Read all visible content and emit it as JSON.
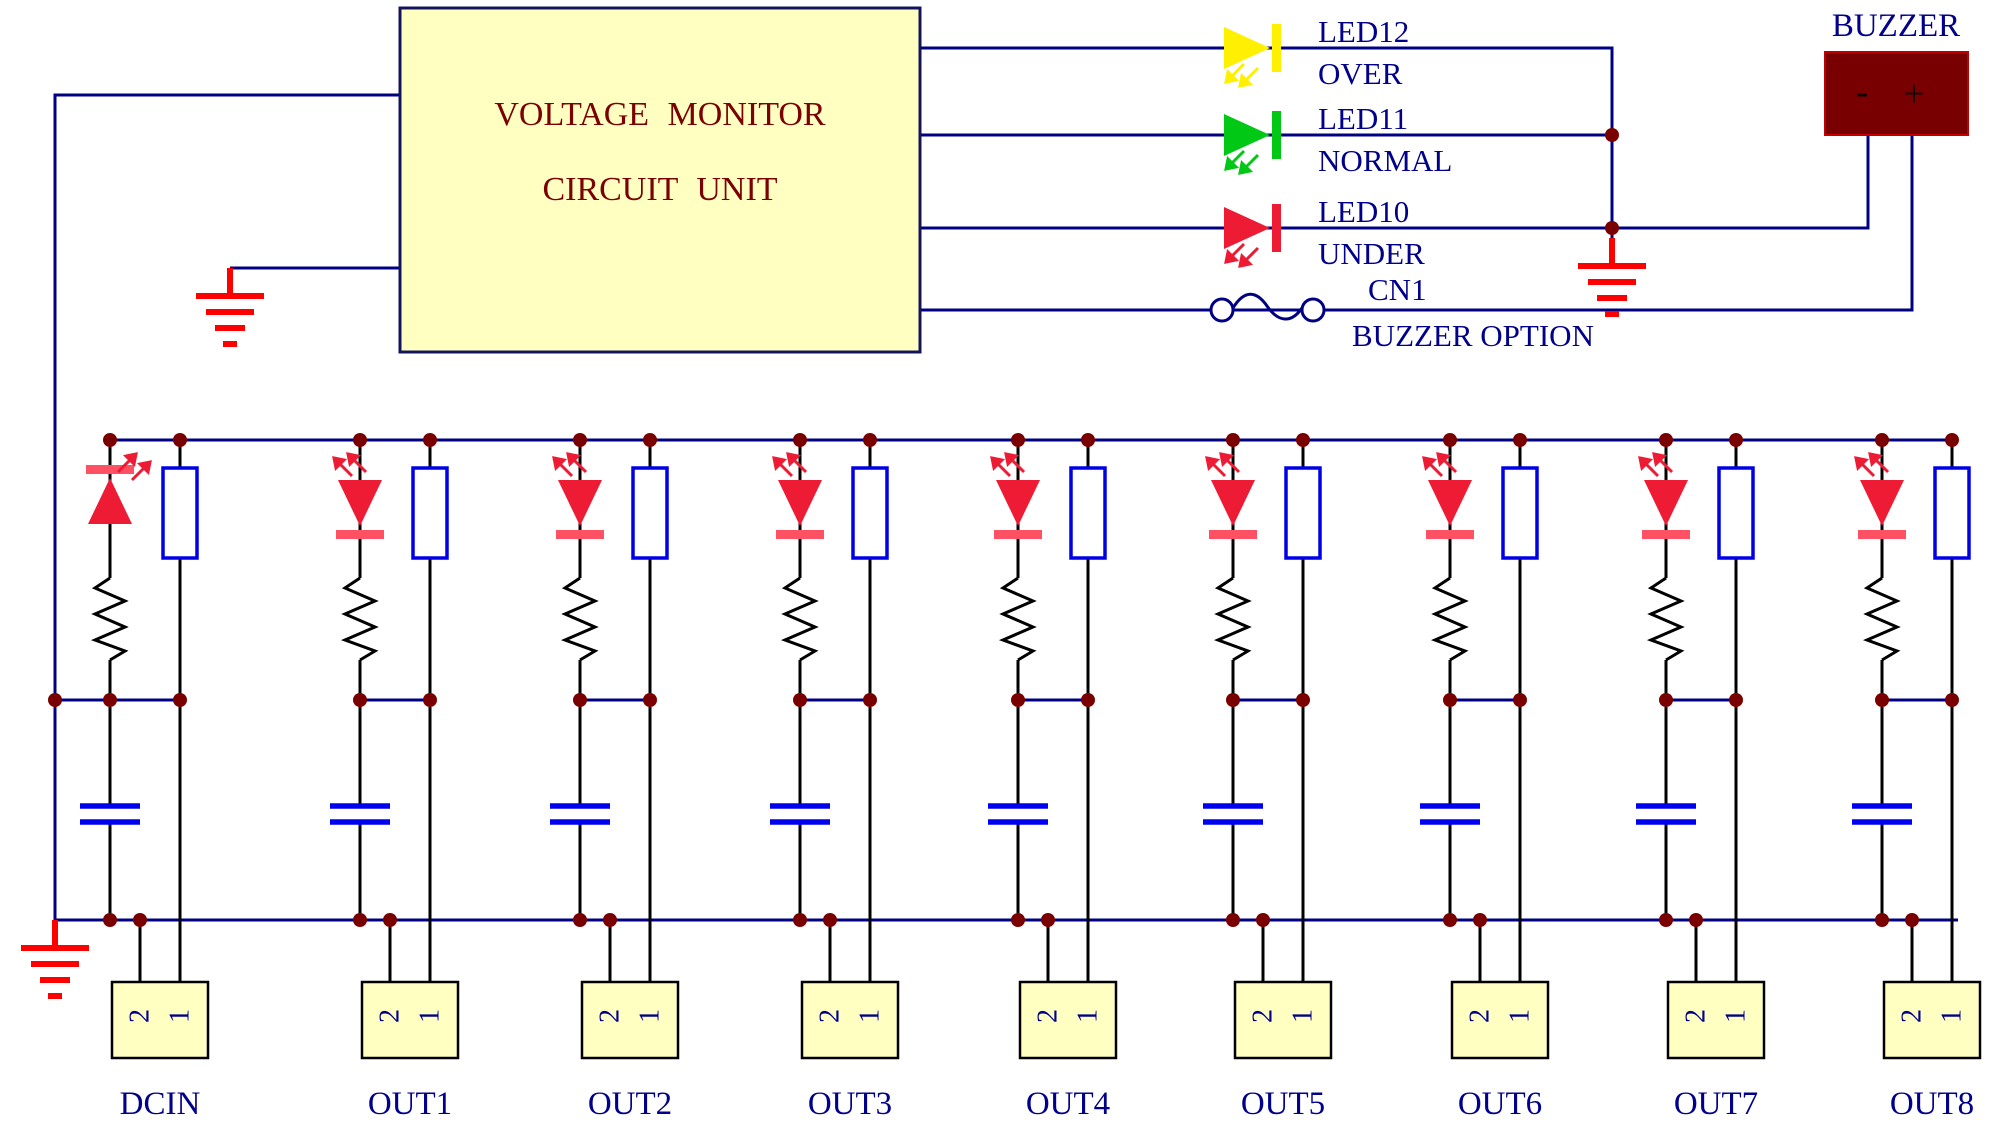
{
  "monitor_unit": {
    "line1": "VOLTAGE MONITOR",
    "line2": "CIRCUIT UNIT",
    "text_color": "#7B0000",
    "body_color": "#FFFFC2"
  },
  "indicators": [
    {
      "ref": "LED12",
      "status": "OVER",
      "color": "#FFF000"
    },
    {
      "ref": "LED11",
      "status": "NORMAL",
      "color": "#00C814"
    },
    {
      "ref": "LED10",
      "status": "UNDER",
      "color": "#ED1B34"
    }
  ],
  "buzzer_option": {
    "ref": "CN1",
    "label": "BUZZER OPTION"
  },
  "buzzer": {
    "label": "BUZZER",
    "neg": "-",
    "pos": "+",
    "body_color": "#780000"
  },
  "channel_led_color": "#ED1B34",
  "wire_color": "#000082",
  "junction_color": "#7A0000",
  "ground_color": "#FF0000",
  "channels": [
    {
      "label": "DCIN",
      "pin_left": "2",
      "pin_right": "1"
    },
    {
      "label": "OUT1",
      "pin_left": "2",
      "pin_right": "1"
    },
    {
      "label": "OUT2",
      "pin_left": "2",
      "pin_right": "1"
    },
    {
      "label": "OUT3",
      "pin_left": "2",
      "pin_right": "1"
    },
    {
      "label": "OUT4",
      "pin_left": "2",
      "pin_right": "1"
    },
    {
      "label": "OUT5",
      "pin_left": "2",
      "pin_right": "1"
    },
    {
      "label": "OUT6",
      "pin_left": "2",
      "pin_right": "1"
    },
    {
      "label": "OUT7",
      "pin_left": "2",
      "pin_right": "1"
    },
    {
      "label": "OUT8",
      "pin_left": "2",
      "pin_right": "1"
    }
  ]
}
